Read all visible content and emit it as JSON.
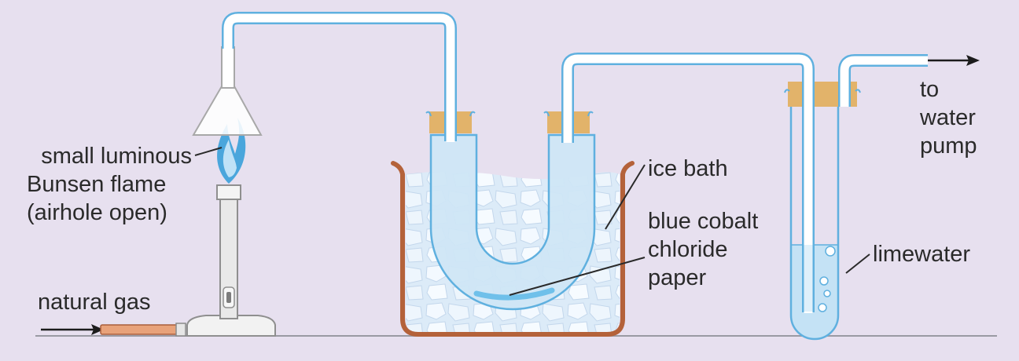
{
  "colors": {
    "background": "#e7e0ef",
    "tube_wall": "#5fb0df",
    "tube_fill": "#ffffff",
    "cork": "#e2b36a",
    "beaker": "#b4623a",
    "ice": "#dcebf8",
    "limewater": "#c4e2f5",
    "flame": "#4aa6dc",
    "gas_pipe": "#e8a27a"
  },
  "labels": {
    "flame_line1": "small luminous",
    "flame_line2": "Bunsen flame",
    "flame_line3": "(airhole open)",
    "natural_gas": "natural gas",
    "ice_bath": "ice bath",
    "cobalt_line1": "blue cobalt",
    "cobalt_line2": "chloride",
    "cobalt_line3": "paper",
    "limewater": "limewater",
    "pump_line1": "to",
    "pump_line2": "water",
    "pump_line3": "pump"
  },
  "icons": [
    "bunsen-burner-icon",
    "funnel-icon",
    "flame-icon",
    "u-tube-icon",
    "beaker-icon",
    "test-tube-icon",
    "arrow-icon"
  ]
}
